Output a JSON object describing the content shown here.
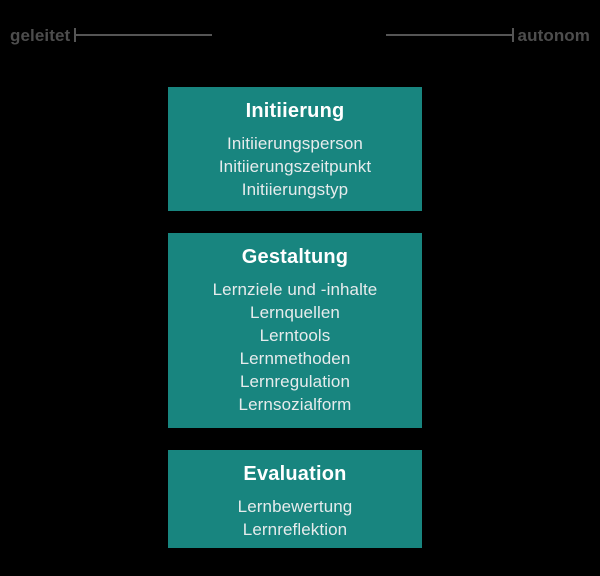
{
  "axis": {
    "left_label": "geleitet",
    "right_label": "autonom",
    "line_color": "#555555",
    "label_color": "#4d4d4d"
  },
  "theme": {
    "background": "#000000",
    "box_color": "#18857f",
    "title_color": "#ffffff",
    "item_color": "#e6ebec"
  },
  "stages": [
    {
      "title": "Initiierung",
      "items": [
        "Initiierungsperson",
        "Initiierungszeitpunkt",
        "Initiierungstyp"
      ]
    },
    {
      "title": "Gestaltung",
      "items": [
        "Lernziele und -inhalte",
        "Lernquellen",
        "Lerntools",
        "Lernmethoden",
        "Lernregulation",
        "Lernsozialform"
      ]
    },
    {
      "title": "Evaluation",
      "items": [
        "Lernbewertung",
        "Lernreflektion"
      ]
    }
  ]
}
